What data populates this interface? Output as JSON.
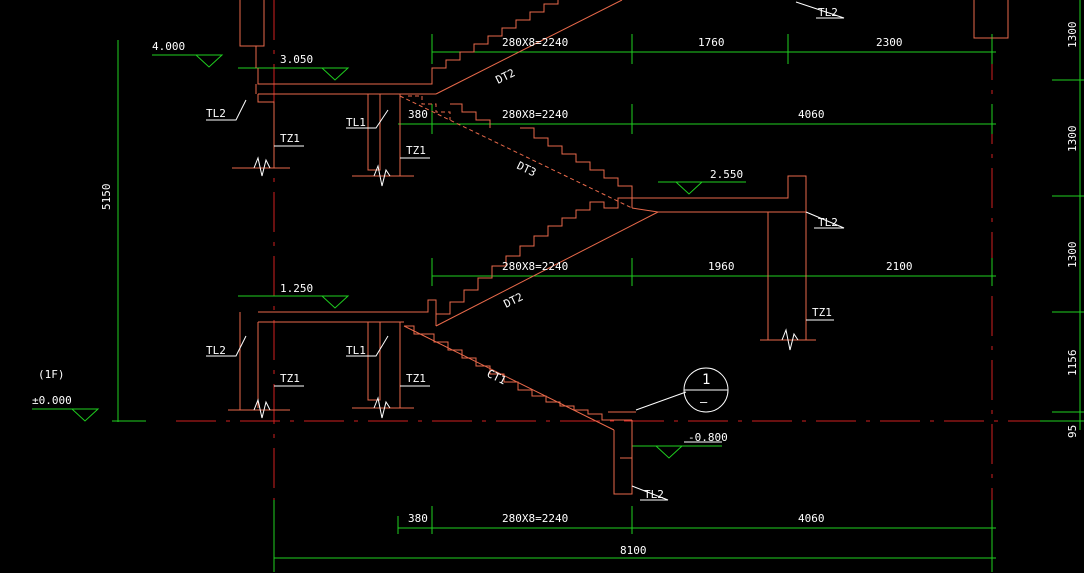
{
  "colors": {
    "background": "#000000",
    "structure": "#e8694a",
    "axis": "#d02020",
    "dimension": "#1fcf1f",
    "annotation": "#ffffff"
  },
  "elevations": {
    "e4000": "4.000",
    "e3050": "3.050",
    "e2550": "2.550",
    "e1250": "1.250",
    "e0000": "±0.000",
    "em0800": "-0.800"
  },
  "floor_label": "(1F)",
  "beams": {
    "tl2_a": "TL2",
    "tl2_b": "TL2",
    "tl2_c": "TL2",
    "tl2_d": "TL2",
    "tl2_e": "TL2",
    "tl1_a": "TL1",
    "tl1_b": "TL1"
  },
  "columns": {
    "tz1_a": "TZ1",
    "tz1_b": "TZ1",
    "tz1_c": "TZ1",
    "tz1_d": "TZ1",
    "tz1_e": "TZ1"
  },
  "flights": {
    "dt2_upper": "DT2",
    "dt3": "DT3",
    "dt2_lower": "DT2",
    "ct1": "CT1"
  },
  "dimensions": {
    "top": [
      "280X8=2240",
      "1760",
      "2300"
    ],
    "second": [
      "380",
      "280X8=2240",
      "4060"
    ],
    "third": [
      "280X8=2240",
      "1960",
      "2100"
    ],
    "bottom": [
      "380",
      "280X8=2240",
      "4060"
    ],
    "total": "8100",
    "left_height": "5150",
    "right": [
      "1300",
      "1300",
      "1300",
      "1156",
      "95"
    ]
  },
  "section_mark": {
    "number": "1",
    "sheet": "—"
  }
}
